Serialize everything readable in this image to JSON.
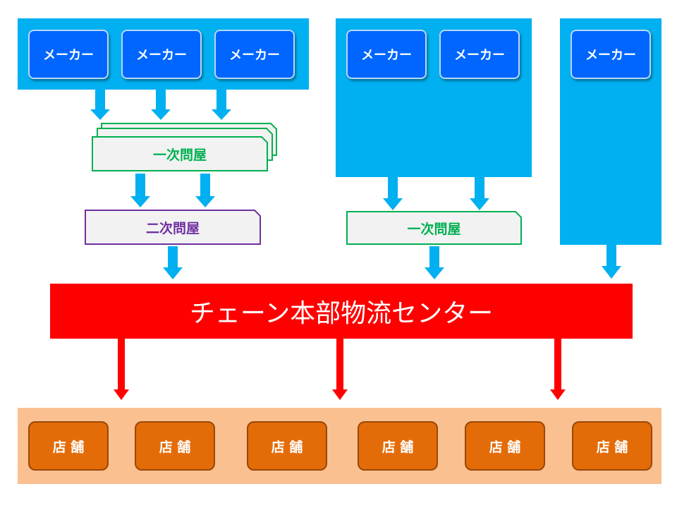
{
  "colors": {
    "panel": "#00b0f0",
    "maker": "#0066ff",
    "wholesaler_fill": "#f2f2f2",
    "primary_border": "#00b050",
    "primary_text": "#00b050",
    "secondary_border": "#7030a0",
    "secondary_text": "#7030a0",
    "center": "#ff0000",
    "store_strip": "#fac090",
    "store": "#e36c09",
    "arrow_blue": "#00b0f0",
    "arrow_red": "#ff0000"
  },
  "makers": [
    {
      "label": "メーカー"
    },
    {
      "label": "メーカー"
    },
    {
      "label": "メーカー"
    },
    {
      "label": "メーカー"
    },
    {
      "label": "メーカー"
    },
    {
      "label": "メーカー"
    }
  ],
  "wholesalers": {
    "primary_left": {
      "label": "一次問屋"
    },
    "secondary_left": {
      "label": "二次問屋"
    },
    "primary_mid": {
      "label": "一次問屋"
    }
  },
  "center": {
    "label": "チェーン本部物流センター"
  },
  "stores": [
    {
      "label": "店 舗"
    },
    {
      "label": "店 舗"
    },
    {
      "label": "店 舗"
    },
    {
      "label": "店 舗"
    },
    {
      "label": "店 舗"
    },
    {
      "label": "店 舗"
    }
  ]
}
